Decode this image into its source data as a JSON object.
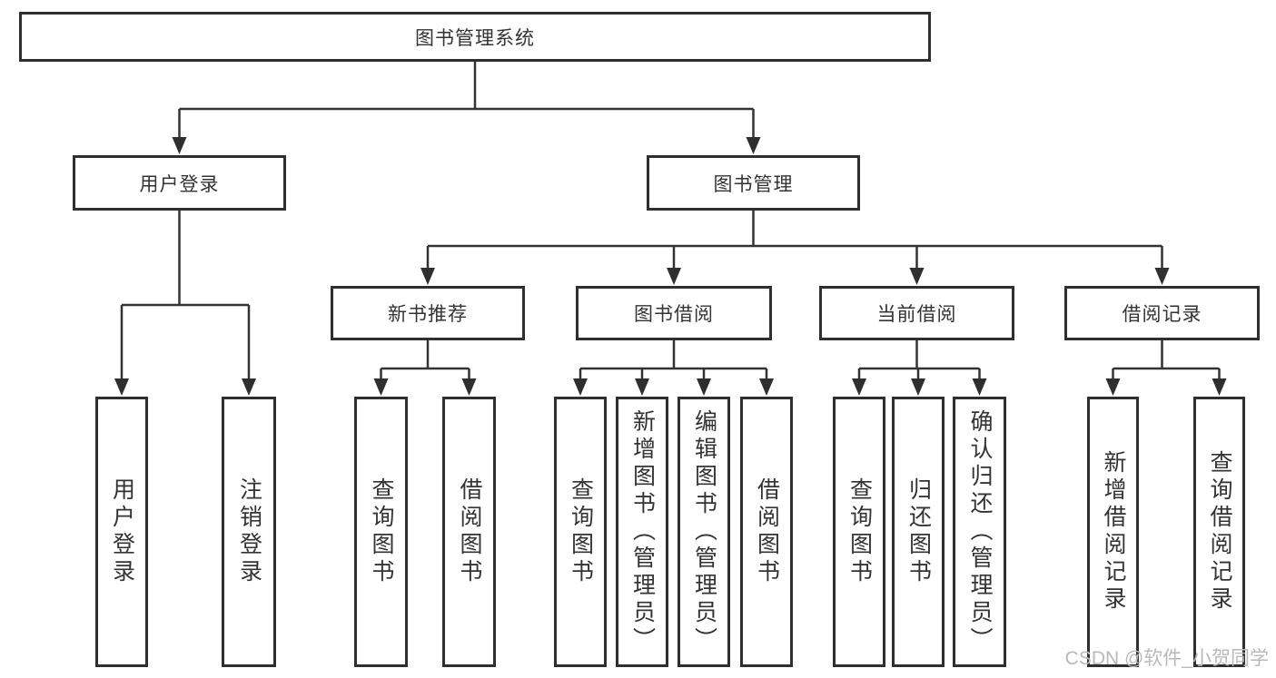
{
  "diagram": {
    "root": "图书管理系统",
    "branches": [
      {
        "label": "用户登录",
        "leaves": [
          "用户登录",
          "注销登录"
        ]
      },
      {
        "label": "图书管理",
        "groups": [
          {
            "label": "新书推荐",
            "leaves": [
              "查询图书",
              "借阅图书"
            ]
          },
          {
            "label": "图书借阅",
            "leaves": [
              "查询图书",
              "新增图书（管理员）",
              "编辑图书（管理员）",
              "借阅图书"
            ]
          },
          {
            "label": "当前借阅",
            "leaves": [
              "查询图书",
              "归还图书",
              "确认归还（管理员）"
            ]
          },
          {
            "label": "借阅记录",
            "leaves": [
              "新增借阅记录",
              "查询借阅记录"
            ]
          }
        ]
      }
    ]
  },
  "watermark": "CSDN @软件_小贺同学",
  "colors": {
    "line": "#333333",
    "border": "#2f2f2f",
    "text": "#333333",
    "watermark": "#b9b9b9",
    "background": "#ffffff"
  }
}
